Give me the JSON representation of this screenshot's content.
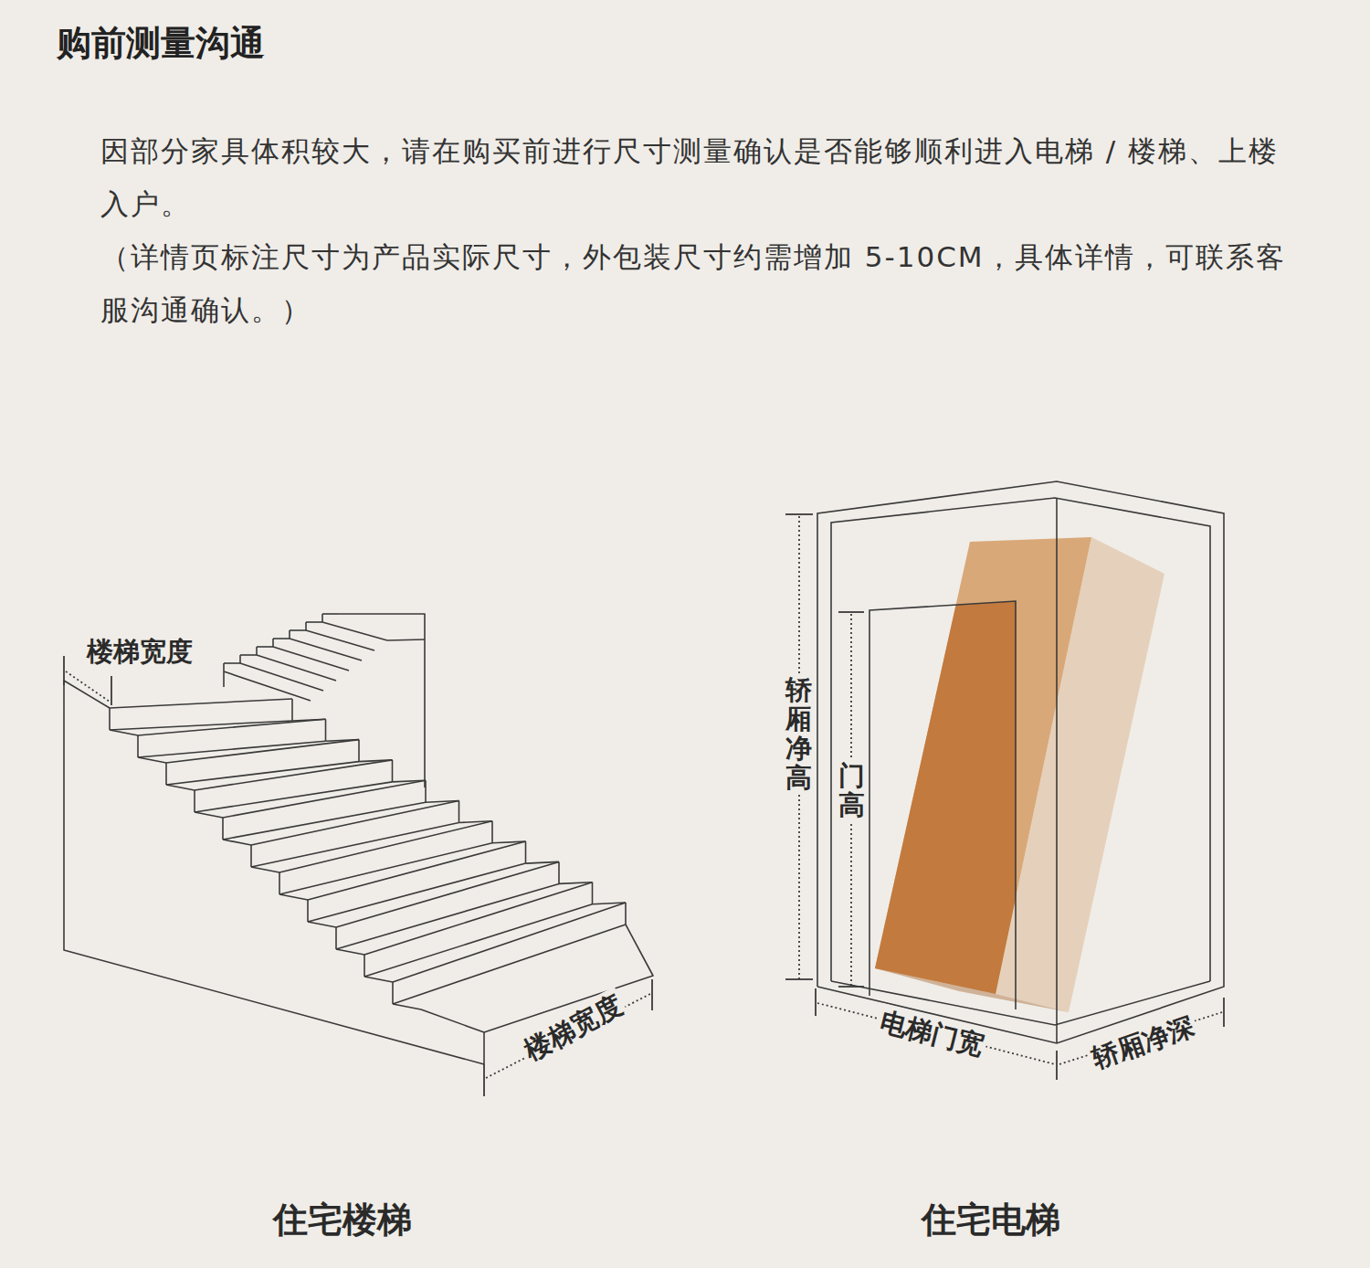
{
  "diagram": {
    "title": "购前测量沟通",
    "labels": [
      "因部分家具体积较大，请在购买前进行尺寸测量确认是否能够顺利进入电梯 / 楼梯、上楼入户。",
      "（详情页标注尺寸为产品实际尺寸，外包装尺寸约需增加 5-10CM，具体详情，可联系客服沟通确认。）",
      "楼梯宽度",
      "楼梯宽度",
      "住宅楼梯",
      "轿厢净高",
      "门高",
      "电梯门宽",
      "轿厢净深",
      "住宅电梯"
    ]
  }
}
